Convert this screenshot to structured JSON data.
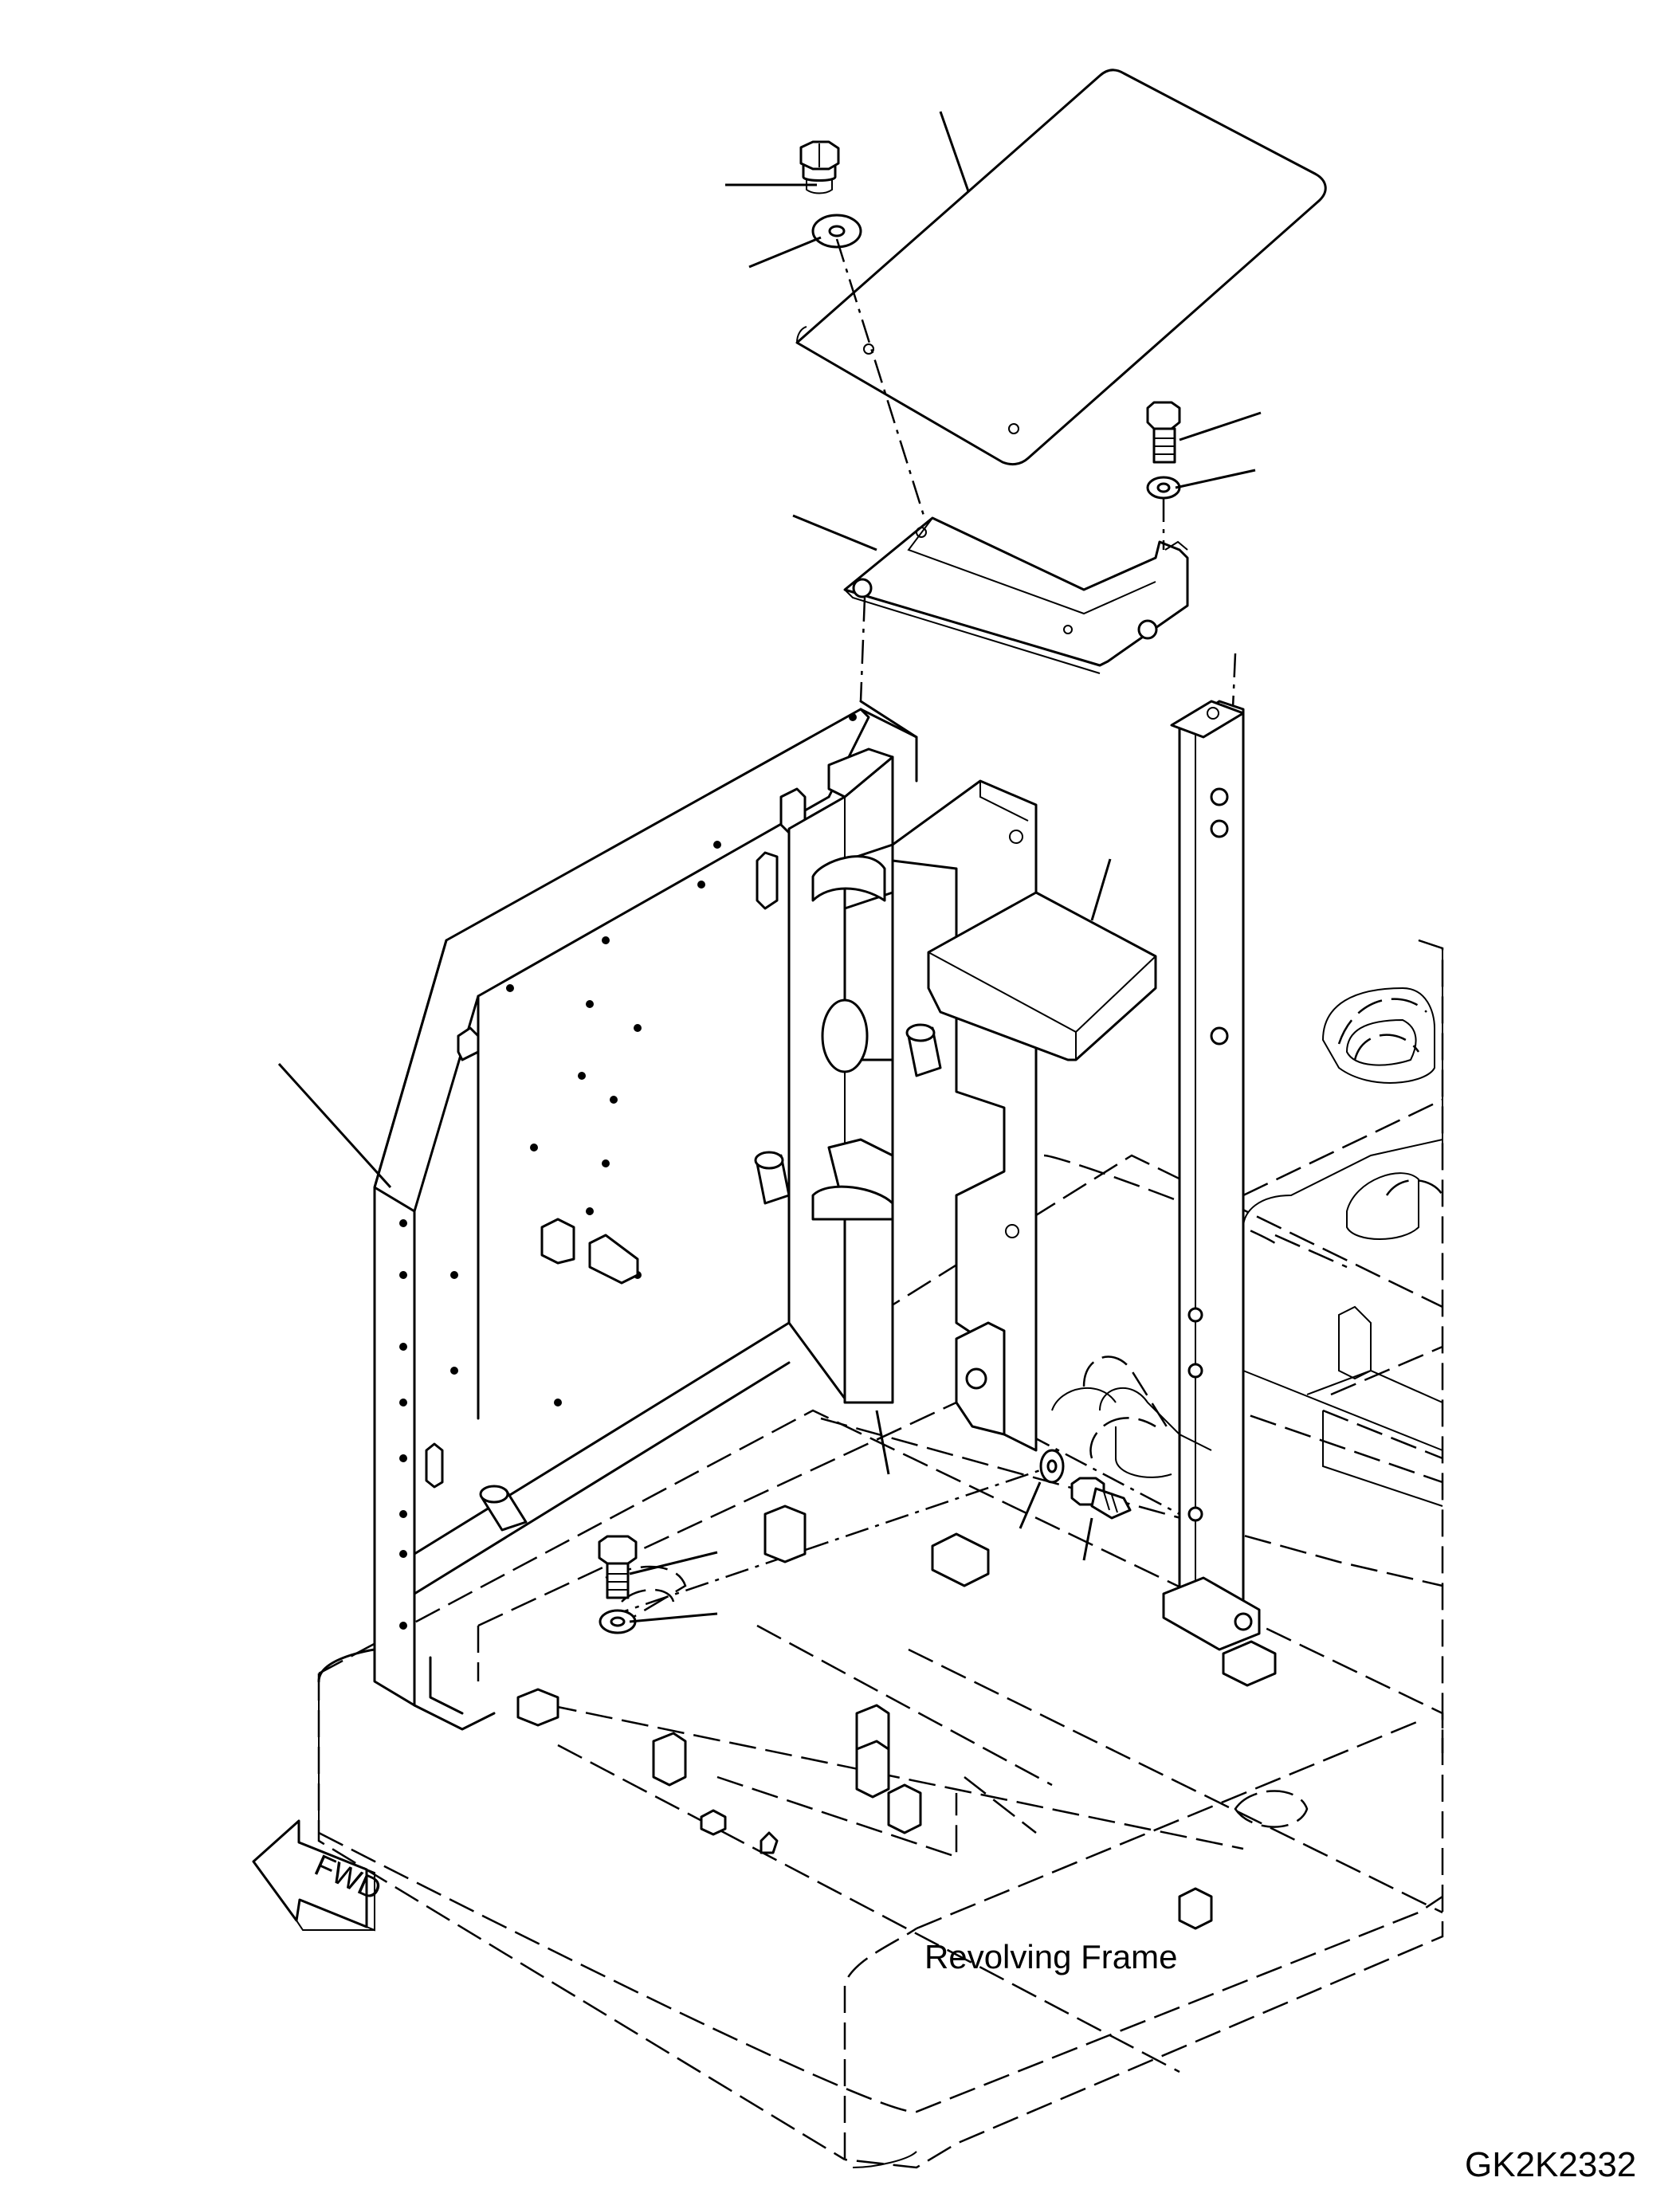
{
  "labels": {
    "revolving_frame": "Revolving Frame",
    "fwd_arrow": "FWD",
    "drawing_code": "GK2K2332"
  }
}
